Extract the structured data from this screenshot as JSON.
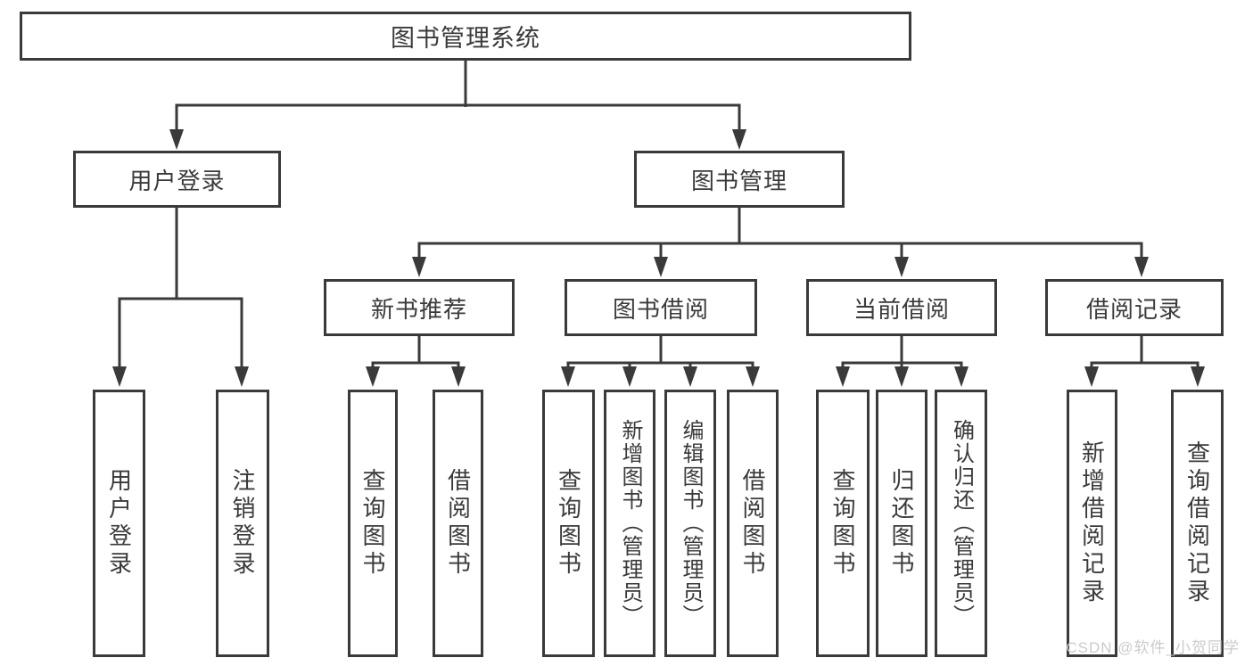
{
  "diagram": {
    "root": {
      "label": "图书管理系统"
    },
    "level2": [
      {
        "id": "user-login",
        "label": "用户登录"
      },
      {
        "id": "book-management",
        "label": "图书管理"
      }
    ],
    "level3": [
      {
        "id": "new-book-recommend",
        "label": "新书推荐",
        "parent": "图书管理"
      },
      {
        "id": "book-borrow",
        "label": "图书借阅",
        "parent": "图书管理"
      },
      {
        "id": "current-borrow",
        "label": "当前借阅",
        "parent": "图书管理"
      },
      {
        "id": "borrow-records",
        "label": "借阅记录",
        "parent": "图书管理"
      }
    ],
    "leaves": [
      {
        "parent": "用户登录",
        "label": "用户登录"
      },
      {
        "parent": "用户登录",
        "label": "注销登录"
      },
      {
        "parent": "新书推荐",
        "label": "查询图书"
      },
      {
        "parent": "新书推荐",
        "label": "借阅图书"
      },
      {
        "parent": "图书借阅",
        "label": "查询图书"
      },
      {
        "parent": "图书借阅",
        "label": "新增图书（管理员）"
      },
      {
        "parent": "图书借阅",
        "label": "编辑图书（管理员）"
      },
      {
        "parent": "图书借阅",
        "label": "借阅图书"
      },
      {
        "parent": "当前借阅",
        "label": "查询图书"
      },
      {
        "parent": "当前借阅",
        "label": "归还图书"
      },
      {
        "parent": "当前借阅",
        "label": "确认归还（管理员）"
      },
      {
        "parent": "借阅记录",
        "label": "新增借阅记录"
      },
      {
        "parent": "借阅记录",
        "label": "查询借阅记录"
      }
    ]
  },
  "watermark": {
    "text": "CSDN @软件_小贺同学"
  },
  "colors": {
    "line": "#3a3a3a",
    "text": "#3a3a3a",
    "box_background": "#ffffff",
    "page_background": "#ffffff",
    "watermark": "#c9c9c9"
  }
}
